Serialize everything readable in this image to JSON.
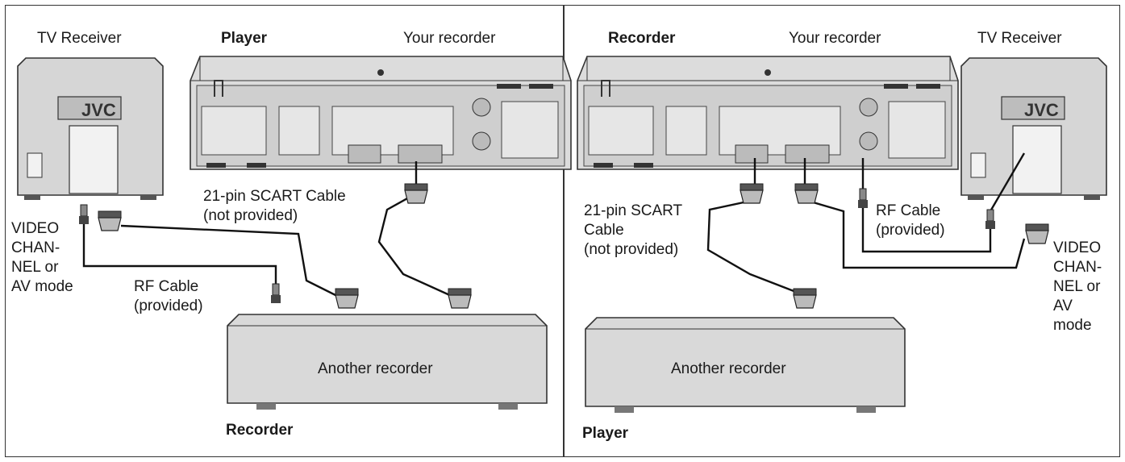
{
  "left_panel": {
    "tv_receiver": "TV Receiver",
    "player": "Player",
    "your_recorder": "Your recorder",
    "scart_cable": "21-pin SCART Cable\n(not provided)",
    "video_channel": "VIDEO\nCHAN-\nNEL or\nAV mode",
    "rf_cable": "RF Cable\n(provided)",
    "another_recorder": "Another recorder",
    "recorder": "Recorder"
  },
  "right_panel": {
    "recorder": "Recorder",
    "your_recorder": "Your recorder",
    "tv_receiver": "TV Receiver",
    "scart_cable": "21-pin SCART\nCable\n(not provided)",
    "rf_cable": "RF Cable\n(provided)",
    "video_channel": "VIDEO\nCHAN-\nNEL or\nAV\nmode",
    "another_recorder": "Another recorder",
    "player": "Player"
  },
  "logo_text": "JVC"
}
